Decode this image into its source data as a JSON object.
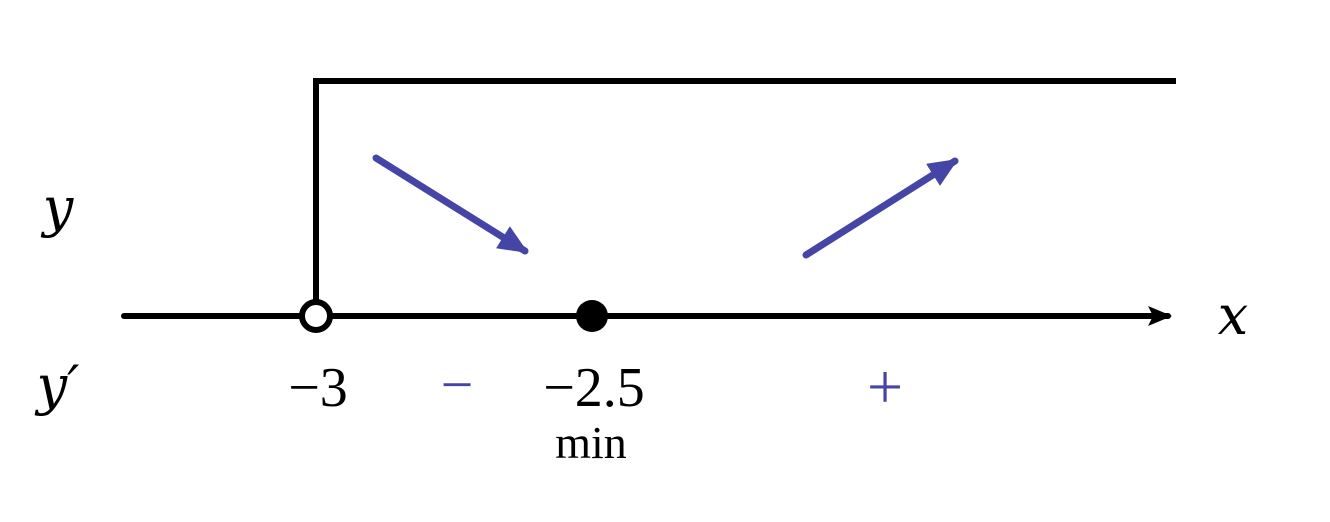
{
  "labels": {
    "function_row": "y",
    "derivative_row": "y′",
    "axis": "x",
    "domain_start": "−3",
    "critical_point": "−2.5",
    "critical_point_type": "min",
    "sign_left": "−",
    "sign_right": "+"
  },
  "colors": {
    "line": "#000000",
    "accent": "#4545a5",
    "background": "#ffffff"
  },
  "points": [
    {
      "x": -3,
      "type": "open"
    },
    {
      "x": -2.5,
      "type": "closed"
    }
  ],
  "intervals": [
    {
      "from": -3,
      "to": -2.5,
      "derivative_sign": "−",
      "behavior": "decreasing"
    },
    {
      "from": -2.5,
      "to": "+∞",
      "derivative_sign": "+",
      "behavior": "increasing"
    }
  ]
}
